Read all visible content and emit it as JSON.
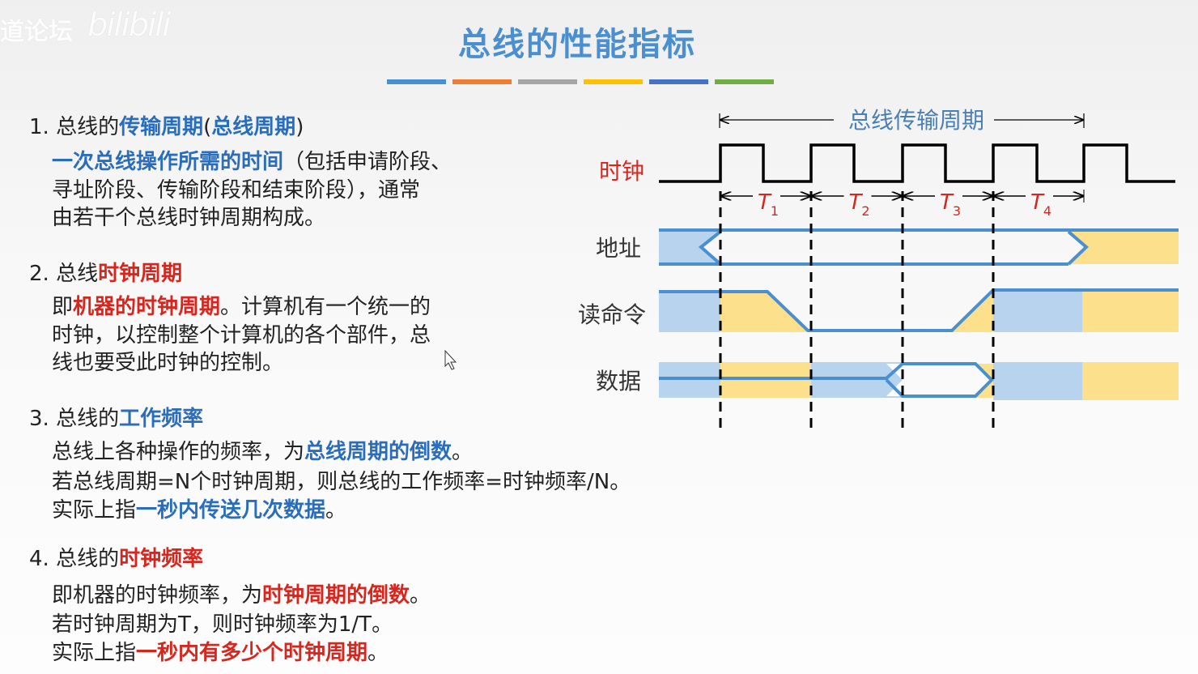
{
  "watermark": {
    "text": "道论坛",
    "logo": "bilibili"
  },
  "title": "总线的性能指标",
  "accent_bars": [
    "#4a8fd0",
    "#ed7d31",
    "#a5a5a5",
    "#ffc000",
    "#4472c4",
    "#70ad47"
  ],
  "colors": {
    "blue": "#2a6ebb",
    "red": "#d7261e"
  },
  "lines": [
    {
      "indent": 0,
      "segs": [
        {
          "t": "1. 总线的"
        },
        {
          "t": "传输周期",
          "c": "b"
        },
        {
          "t": "("
        },
        {
          "t": "总线周期",
          "c": "b"
        },
        {
          "t": ")"
        }
      ]
    },
    {
      "indent": 1,
      "segs": [
        {
          "t": "一次总线操作所需的时间",
          "c": "b"
        },
        {
          "t": "（包括申请阶段、"
        }
      ]
    },
    {
      "indent": 1,
      "segs": [
        {
          "t": "寻址阶段、传输阶段和结束阶段），通常"
        }
      ]
    },
    {
      "indent": 1,
      "segs": [
        {
          "t": "由若干个总线时钟周期构成。"
        }
      ]
    },
    {
      "indent": 0,
      "segs": [
        {
          "t": "2. 总线"
        },
        {
          "t": "时钟周期",
          "c": "r"
        }
      ]
    },
    {
      "indent": 1,
      "segs": [
        {
          "t": "即"
        },
        {
          "t": "机器的时钟周期",
          "c": "r"
        },
        {
          "t": "。计算机有一个统一的"
        }
      ]
    },
    {
      "indent": 1,
      "segs": [
        {
          "t": "时钟，以控制整个计算机的各个部件，总"
        }
      ]
    },
    {
      "indent": 1,
      "segs": [
        {
          "t": "线也要受此时钟的控制。"
        }
      ]
    },
    {
      "indent": 0,
      "segs": [
        {
          "t": "3. 总线的"
        },
        {
          "t": "工作频率",
          "c": "b"
        }
      ]
    },
    {
      "indent": 1,
      "segs": [
        {
          "t": "总线上各种操作的频率，为"
        },
        {
          "t": "总线周期的倒数",
          "c": "b"
        },
        {
          "t": "。"
        }
      ]
    },
    {
      "indent": 1,
      "segs": [
        {
          "t": "若总线周期=N个时钟周期，则总线的工作频率=时钟频率/N。"
        }
      ]
    },
    {
      "indent": 1,
      "segs": [
        {
          "t": "实际上指"
        },
        {
          "t": "一秒内传送几次数据",
          "c": "b"
        },
        {
          "t": "。"
        }
      ]
    },
    {
      "indent": 0,
      "segs": [
        {
          "t": "4. 总线的"
        },
        {
          "t": "时钟频率",
          "c": "r"
        }
      ]
    },
    {
      "indent": 1,
      "segs": [
        {
          "t": "即机器的时钟频率，为"
        },
        {
          "t": "时钟周期的倒数",
          "c": "r"
        },
        {
          "t": "。"
        }
      ]
    },
    {
      "indent": 1,
      "segs": [
        {
          "t": "若时钟周期为T，则时钟频率为1/T。"
        }
      ]
    },
    {
      "indent": 1,
      "segs": [
        {
          "t": "实际上指"
        },
        {
          "t": "一秒内有多少个时钟周期",
          "c": "r"
        },
        {
          "t": "。"
        }
      ]
    }
  ],
  "diagram": {
    "bus_cycle_label": "总线传输周期",
    "signals": {
      "clock": "时钟",
      "address": "地址",
      "read": "读命令",
      "data": "数据"
    },
    "periods": [
      {
        "n": "T",
        "sub": "1"
      },
      {
        "n": "T",
        "sub": "2"
      },
      {
        "n": "T",
        "sub": "3"
      },
      {
        "n": "T",
        "sub": "4"
      }
    ]
  }
}
